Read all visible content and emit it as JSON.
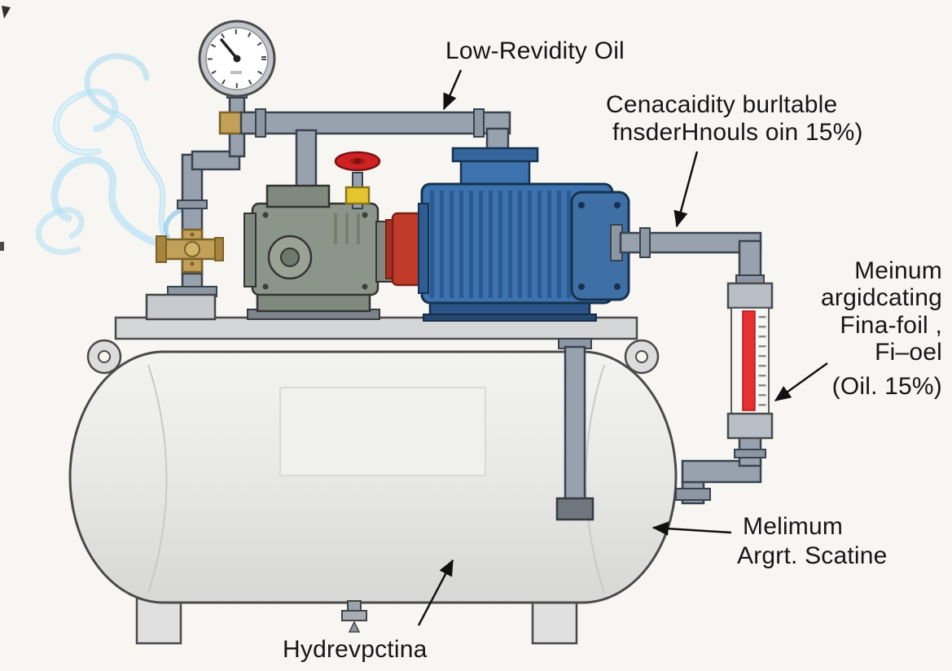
{
  "figure": {
    "description": "Cartoon technical diagram of a hydraulic power unit: pressure gauge, brass vent valve with blue vapor, pump coupled to electric motor on a horizontal reservoir tank, sight-glass level indicator",
    "background": "#f7f6f3"
  },
  "labels": {
    "top": "Low-Revidity Oil",
    "top_right_line1": "Cenacaidity burltable",
    "top_right_line2": "fnsderHnouls oin 15%)",
    "right_line1": "Meinum",
    "right_line2": "argidcating",
    "right_line3": "Fina-foil ,",
    "right_line4": "Fi–oel",
    "right_line5": "(Oil. 15%)",
    "bottom_right_line1": "Melimum",
    "bottom_right_line2": "Argrt. Scatine",
    "bottom": "Hydrevpctina"
  },
  "colors": {
    "motor_blue": "#3c72ae",
    "coupling_red": "#c23b2a",
    "pump_green_gray": "#8b958a",
    "pipe_gray": "#98a2ae",
    "brass": "#c2a058",
    "valve_handle_red": "#cf2222",
    "indicator_red": "#e63030",
    "tank_gray": "#e9e9e9",
    "smoke_blue": "#a5d9f2",
    "outline_dark": "#39434e"
  },
  "components": [
    {
      "name": "pressure-gauge-icon"
    },
    {
      "name": "brass-vent-valve-icon"
    },
    {
      "name": "vapor-smoke-icon"
    },
    {
      "name": "hydraulic-pump-icon"
    },
    {
      "name": "shaft-coupling-icon"
    },
    {
      "name": "electric-motor-icon"
    },
    {
      "name": "red-handwheel-valve-icon"
    },
    {
      "name": "sight-glass-indicator-icon"
    },
    {
      "name": "reservoir-tank-icon"
    },
    {
      "name": "drain-fitting-icon"
    }
  ]
}
